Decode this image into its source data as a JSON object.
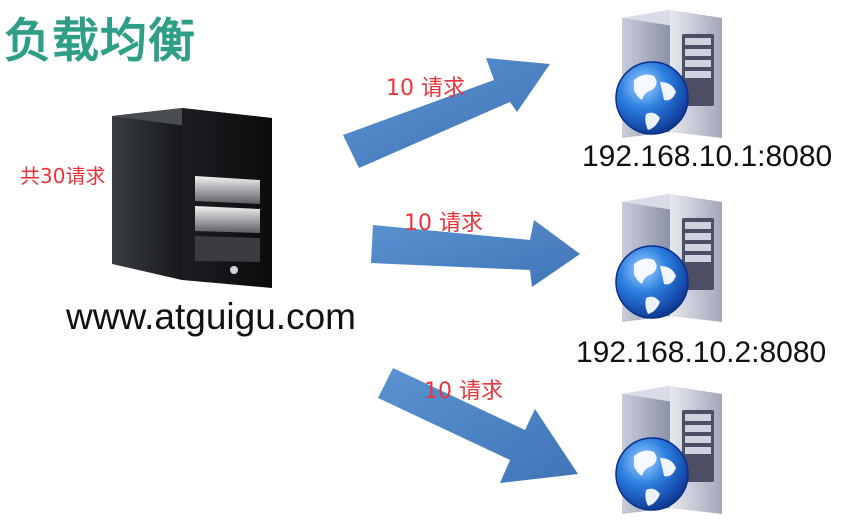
{
  "title": "负载均衡",
  "client": {
    "label": "www.atguigu.com",
    "total_requests": "共30请求"
  },
  "arrows": [
    {
      "label": "10 请求"
    },
    {
      "label": "10 请求"
    },
    {
      "label": "10 请求"
    }
  ],
  "servers": [
    {
      "address": "192.168.10.1:8080"
    },
    {
      "address": "192.168.10.2:8080"
    },
    {
      "address": ""
    }
  ],
  "colors": {
    "title": "#2e9e86",
    "request_text": "#e8343a",
    "arrow": "#4f86c6"
  }
}
